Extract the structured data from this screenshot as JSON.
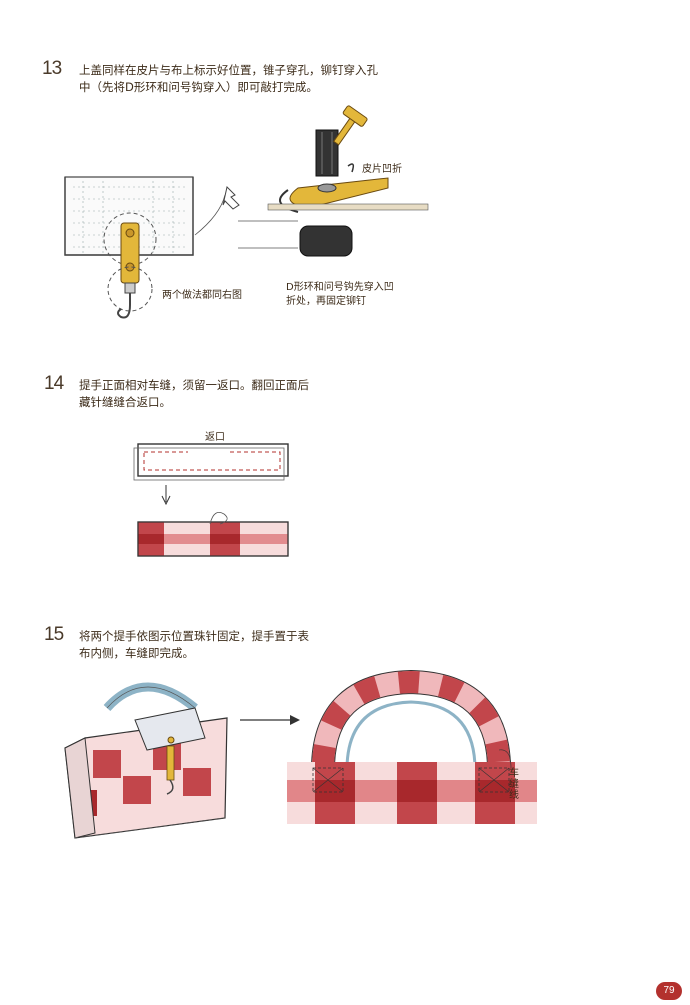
{
  "step13": {
    "number": "13",
    "text_line1": "上盖同样在皮片与布上标示好位置，锥子穿孔，铆钉穿入孔",
    "text_line2": "中（先将D形环和问号钩穿入）即可敲打完成。",
    "label_fold": "皮片凹折",
    "label_same": "两个做法都同右图",
    "label_thread_line1": "D形环和问号钩先穿入凹",
    "label_thread_line2": "折处，再固定铆钉"
  },
  "step14": {
    "number": "14",
    "text_line1": "提手正面相对车缝，须留一返口。翻回正面后",
    "text_line2": "藏针缝缝合返口。",
    "label_opening": "返口"
  },
  "step15": {
    "number": "15",
    "text_line1": "将两个提手依图示位置珠针固定，提手置于表",
    "text_line2": "布内侧，车缝即完成。",
    "label_stitch": "车缝线"
  },
  "page_number": "79",
  "colors": {
    "gingham_dark": "#a8282c",
    "gingham_mid": "#d96a6e",
    "gingham_light": "#f7dcdc",
    "brass": "#e3b73a",
    "accent_badge": "#b3312e"
  }
}
